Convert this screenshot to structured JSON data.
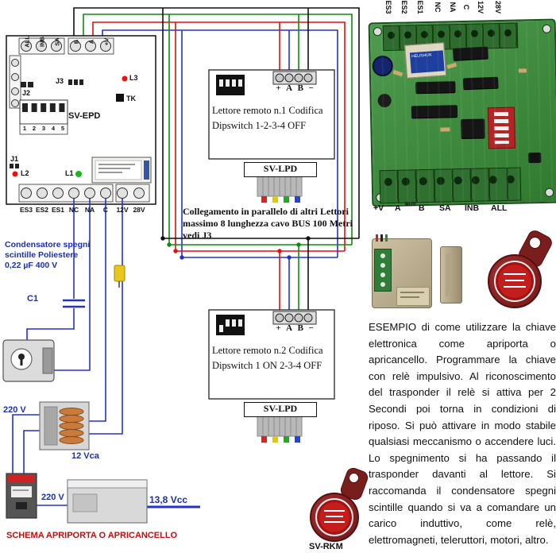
{
  "schematic": {
    "board": {
      "model": "SV-EPD",
      "top_terminals": [
        "ALL",
        "INB",
        "SA",
        "B",
        "A",
        "+V"
      ],
      "bottom_terminals": [
        "ES3",
        "ES2",
        "ES1",
        "NC",
        "NA",
        "C",
        "12V",
        "28V"
      ],
      "jumpers": {
        "j1": "J1",
        "j2": "J2",
        "j3": "J3"
      },
      "leds": {
        "l1": "L1",
        "l2": "L2",
        "l3": "L3"
      },
      "button_tk": "TK",
      "dip_numbers": [
        "1",
        "2",
        "3",
        "4",
        "5"
      ]
    },
    "readers": [
      {
        "title_line1": "Lettore remoto n.1 Codifica",
        "title_line2": "Dipswitch 1-2-3-4 OFF",
        "terminals": [
          "+",
          "A",
          "B",
          "−"
        ],
        "connector": "SV-LPD"
      },
      {
        "title_line1": "Lettore remoto n.2 Codifica",
        "title_line2": "Dipswitch 1 ON  2-3-4 OFF",
        "terminals": [
          "+",
          "A",
          "B",
          "−"
        ],
        "connector": "SV-LPD"
      }
    ],
    "bus_note": "Collegamento in parallelo di altri Lettori massimo 8 lunghezza cavo BUS 100 Metri vedi J3",
    "capacitor_note": "Condensatore spegni scintille Poliestere 0,22 µF 400 V",
    "capacitor_ref": "C1",
    "mains_label_1": "220 V",
    "transformer_secondary": "12 Vca",
    "mains_label_2": "220 V",
    "psu_output": "13,8 Vcc",
    "footer_title": "SCHEMA APRIPORTA O APRICANCELLO"
  },
  "pcb_photo": {
    "top_labels": [
      "ES3",
      "ES2",
      "ES1",
      "NC",
      "NA",
      "C",
      "12V",
      "28V"
    ],
    "bottom_labels": [
      "+V",
      "A",
      "BUS",
      "B",
      "SA",
      "INB",
      "ALL"
    ],
    "relay_text": "HELISHUN"
  },
  "photos": {
    "keyfob_label": "SV-RKM"
  },
  "example_text": "ESEMPIO di come utilizzare la chiave elettronica come apriporta o apricancello. Programmare la chiave con relè impulsivo. Al riconoscimento del trasponder il relè si attiva per 2 Secondi poi torna in condizioni di riposo. Si può attivare in modo stabile qualsiasi meccanismo o accendere luci. Lo spegnimento si ha passando il trasponder davanti al lettore. Si raccomanda il condensatore spegni scintille quando si va a comandare un carico induttivo, come relè, elettromagneti, teleruttori, motori, altro.",
  "colors": {
    "wire_black": "#111111",
    "wire_red": "#dd1111",
    "wire_green": "#0a8f0a",
    "wire_blue": "#2233cc",
    "label_blue": "#1b2fb4",
    "label_red": "#c21010",
    "pcb_green": "#3c8a3c"
  }
}
